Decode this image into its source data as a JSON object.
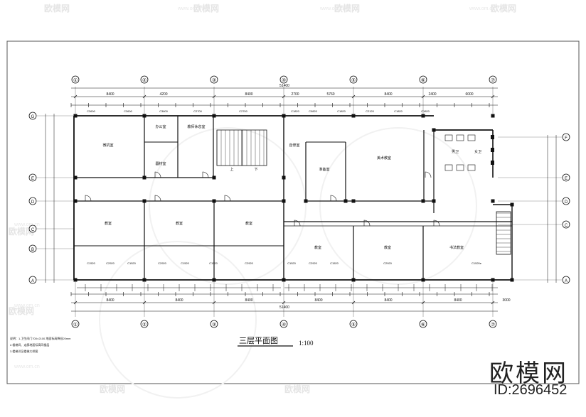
{
  "drawing": {
    "title": "三层平面图",
    "scale": "1:100"
  },
  "grid_top": [
    "①",
    "②",
    "③",
    "④",
    "⑤",
    "⑥",
    "⑦"
  ],
  "grid_left": [
    "G",
    "E",
    "D",
    "C",
    "B",
    "A"
  ],
  "grid_right": [
    "F",
    "E",
    "D",
    "C",
    "A"
  ],
  "top_dims_major": [
    "8400",
    "4200",
    "8400",
    "2700",
    "5760",
    "8400",
    "2400",
    "6000"
  ],
  "top_overall": "51400",
  "bottom_dims_major": [
    "8400",
    "8400",
    "8400",
    "8400",
    "8400",
    "8400",
    "3000"
  ],
  "bottom_overall": "51400",
  "top_windows": [
    "C3600",
    "C3600",
    "C3600",
    "C2700",
    "C2700",
    "C1820",
    "C0820",
    "C1820",
    "C2120",
    "C1820",
    "C1820"
  ],
  "bottom_windows": [
    "C1520",
    "C2920",
    "C1520",
    "C2920",
    "C1520",
    "C1520",
    "C2920",
    "C1520",
    "C2920",
    "C1520",
    "C2920",
    "C1520e"
  ],
  "rooms": [
    {
      "key": "r1",
      "label": "微机室"
    },
    {
      "key": "r2",
      "label": "办公室"
    },
    {
      "key": "r3",
      "label": "教师休息室"
    },
    {
      "key": "r4",
      "label": "器材室"
    },
    {
      "key": "r5",
      "label": "自修室"
    },
    {
      "key": "r6",
      "label": "美术教室"
    },
    {
      "key": "r7",
      "label": "准备室"
    },
    {
      "key": "r8",
      "label": "教室"
    },
    {
      "key": "r9",
      "label": "教室"
    },
    {
      "key": "r10",
      "label": "教室"
    },
    {
      "key": "r11",
      "label": "教室"
    },
    {
      "key": "r12",
      "label": "教室"
    },
    {
      "key": "r13",
      "label": "书法教室"
    },
    {
      "key": "r14",
      "label": "男卫"
    },
    {
      "key": "r15",
      "label": "女卫"
    },
    {
      "key": "r16",
      "label": "上"
    },
    {
      "key": "r17",
      "label": "下"
    }
  ],
  "notes": [
    "说明：1.卫生间门700×2100 地面标高降低20mm",
    "2.楼梯间、走廊地面标高同楼层",
    "3.楼梯详见楼梯大样图"
  ],
  "watermark": {
    "brand": "欧模网",
    "site": "www.om.cn",
    "id": "ID:2696452"
  },
  "colors": {
    "line": "#111111",
    "grid_line": "#888888",
    "watermark": "#e5e5e5"
  }
}
